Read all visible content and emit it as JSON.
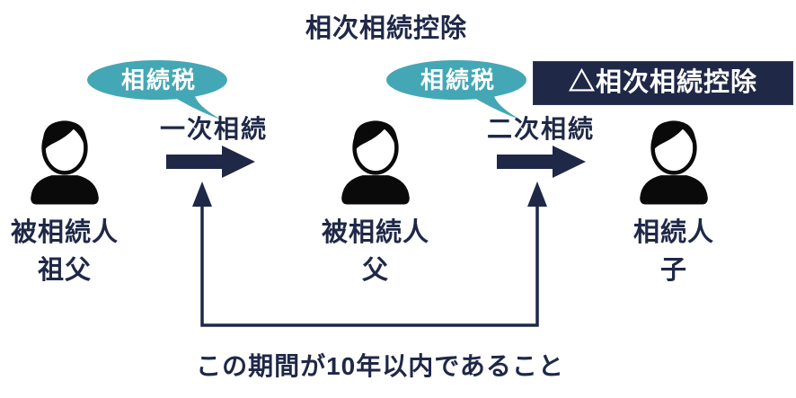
{
  "title": "相次相続控除",
  "colors": {
    "navy": "#1f2847",
    "teal": "#44a7b6",
    "icon_black": "#0a0a0a",
    "background": "#ffffff"
  },
  "flow": {
    "first_inheritance": {
      "tax_bubble": "相続税",
      "label": "一次相続"
    },
    "second_inheritance": {
      "tax_bubble": "相続税",
      "label": "二次相続"
    },
    "deduction_box": "△相次相続控除"
  },
  "persons": [
    {
      "role": "被相続人",
      "name": "祖父"
    },
    {
      "role": "被相続人",
      "name": "父"
    },
    {
      "role": "相続人",
      "name": "子"
    }
  ],
  "note": "この期間が10年以内であること"
}
